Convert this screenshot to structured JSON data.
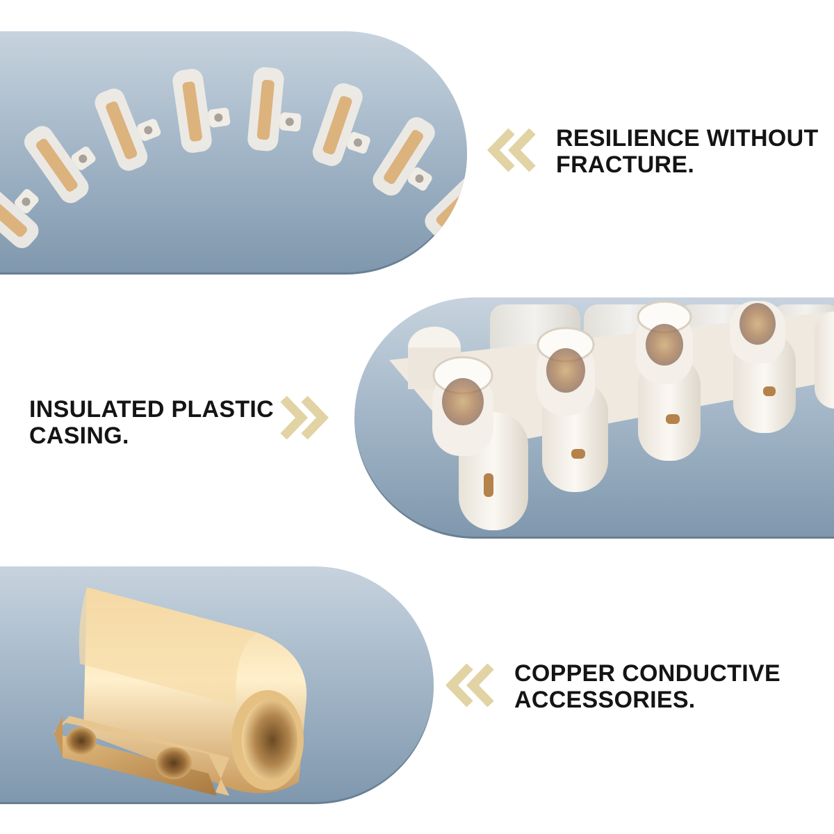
{
  "panels": [
    {
      "caption": "RESILIENCE WITHOUT FRACTURE.",
      "arrow": "double-chevron-left",
      "image": "flexible-terminal-strip-arc"
    },
    {
      "caption": "INSULATED PLASTIC CASING.",
      "arrow": "double-chevron-right",
      "image": "terminal-block-closeup"
    },
    {
      "caption": "COPPER CONDUCTIVE ACCESSORIES.",
      "arrow": "double-chevron-left",
      "image": "brass-connector-insert"
    }
  ],
  "colors": {
    "pill_top": "#c7d3de",
    "pill_bottom": "#7f97ad",
    "chevron": "#e2d3a4",
    "text": "#141414",
    "plastic": "#f3efe8",
    "brass": "#d4a86a"
  }
}
